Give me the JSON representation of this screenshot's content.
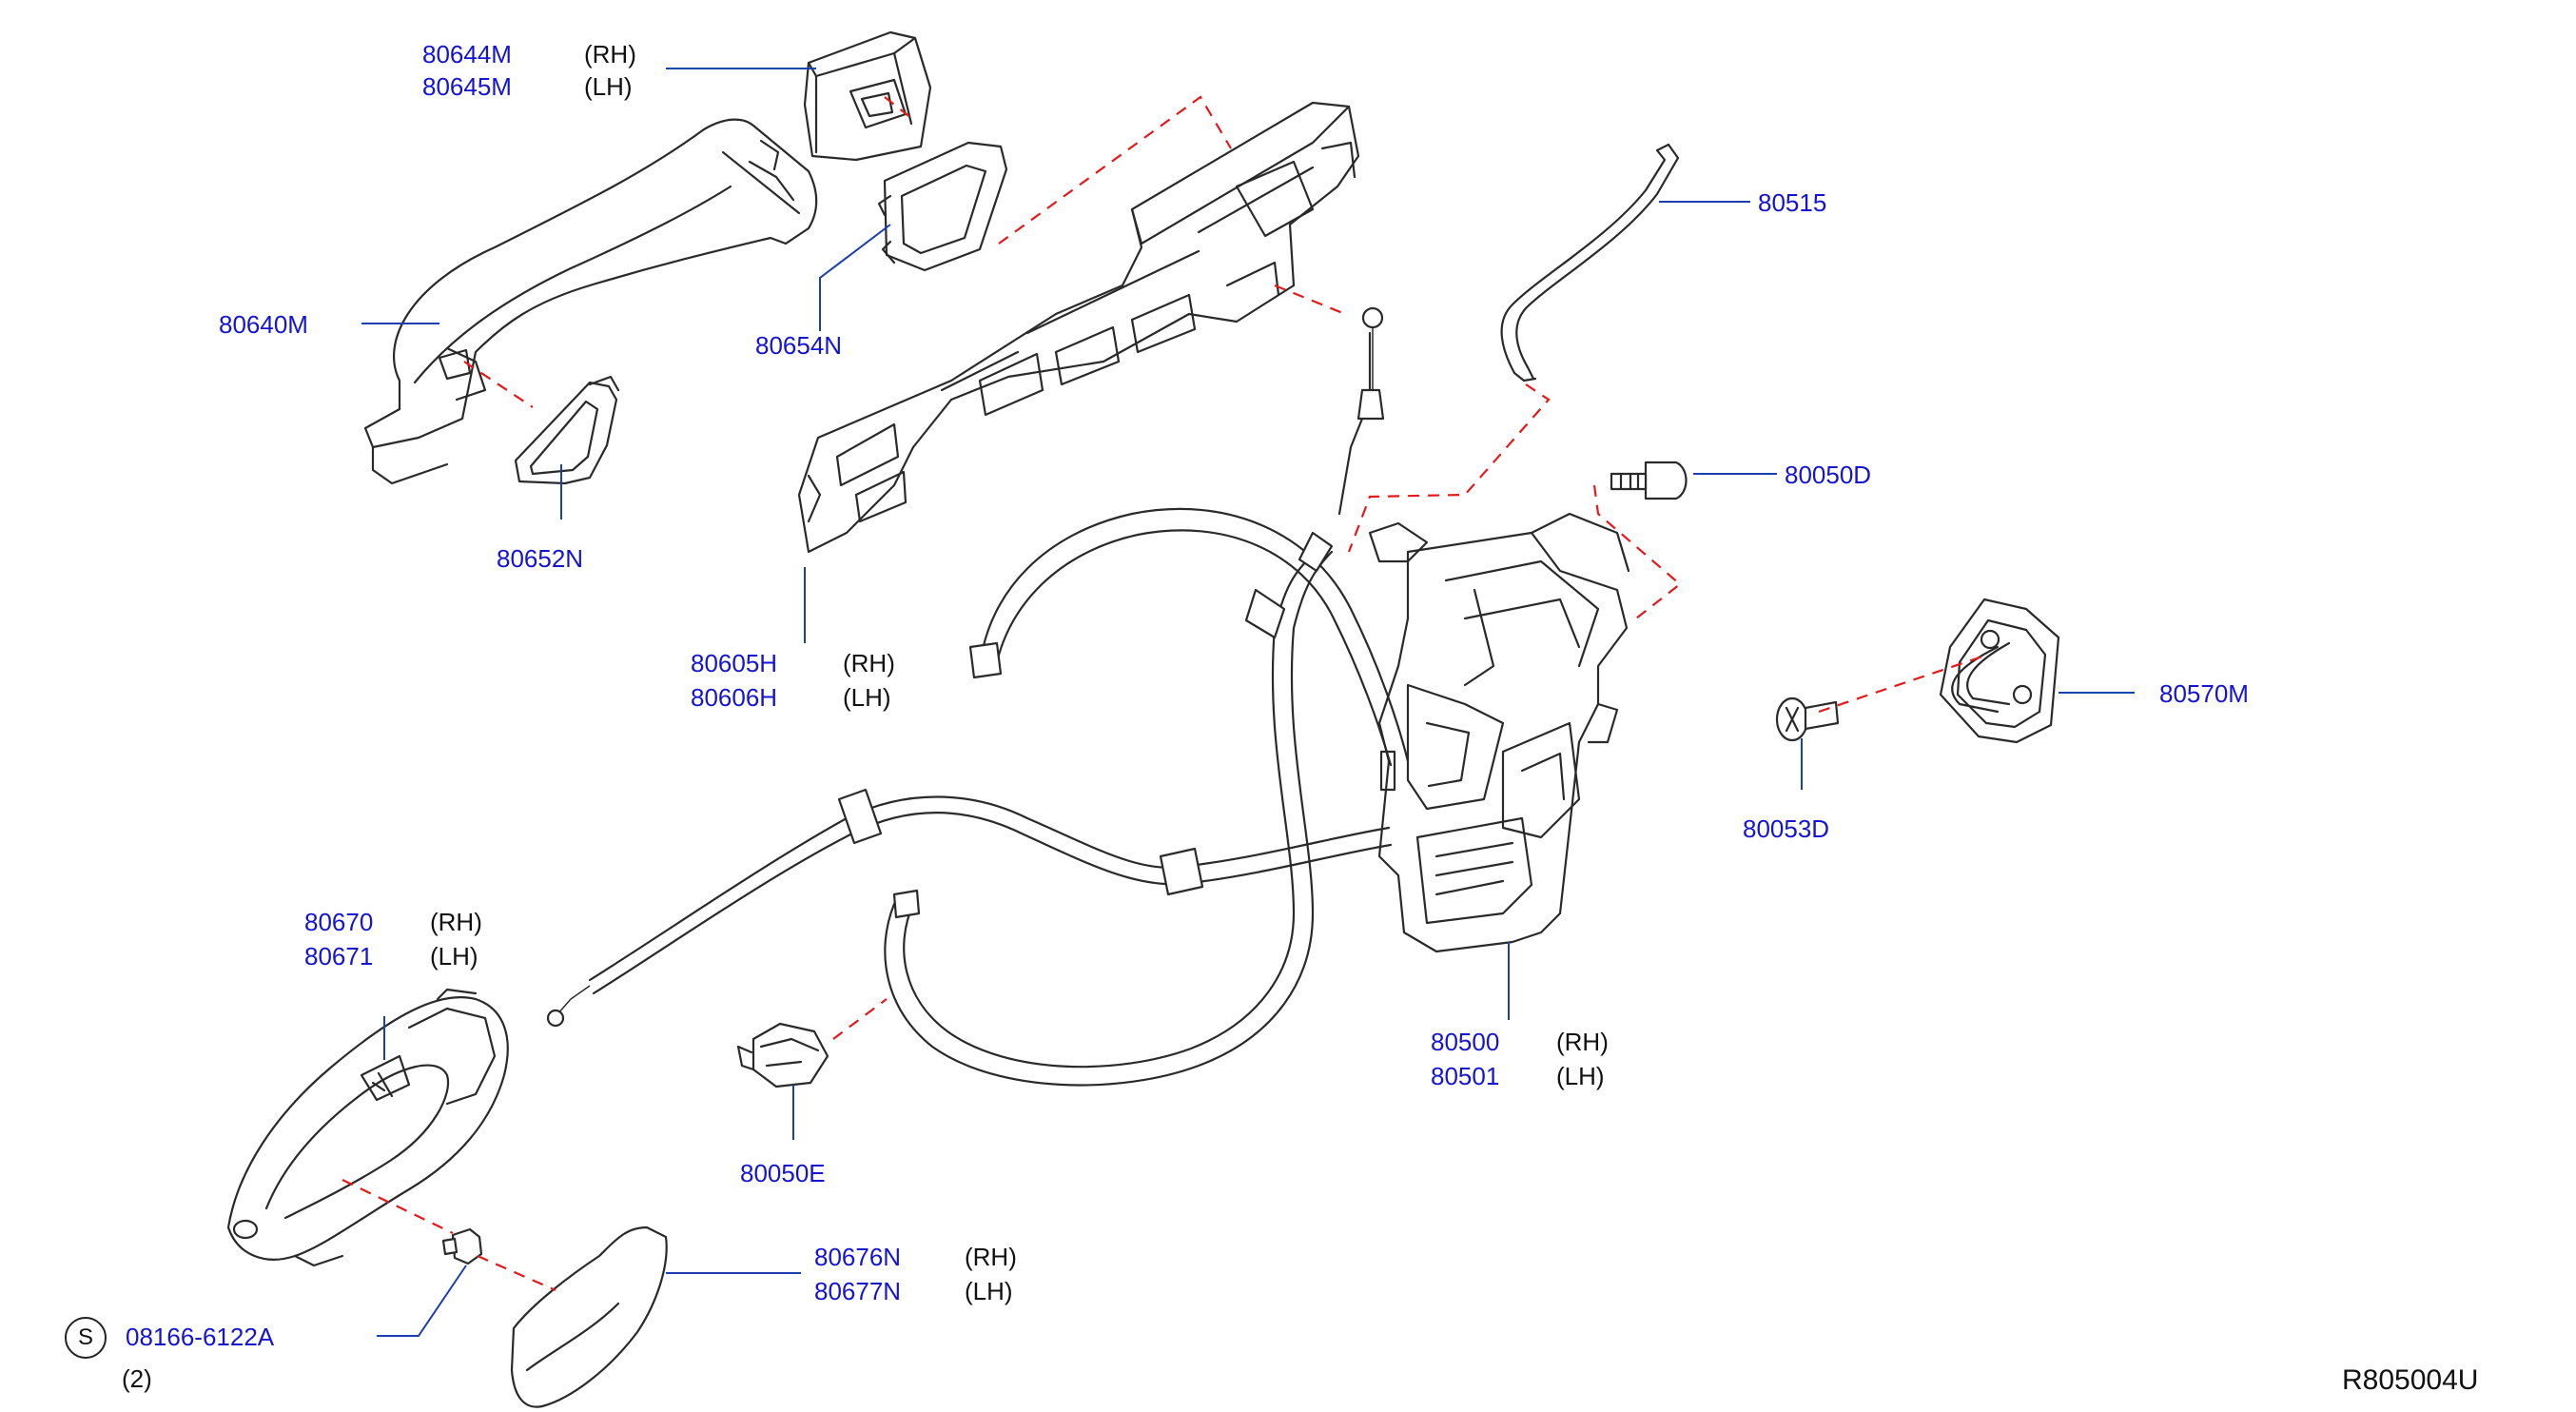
{
  "diagram_ref": "R805004U",
  "colors": {
    "part_number": "#1414d2",
    "leader": "#1a3fae",
    "dashed_assembly_line": "#e41a1a",
    "artwork": "#2a2a2a"
  },
  "callouts": {
    "c80644M": {
      "number": "80644M",
      "side": "(RH)"
    },
    "c80645M": {
      "number": "80645M",
      "side": "(LH)"
    },
    "c80640M": {
      "number": "80640M"
    },
    "c80654N": {
      "number": "80654N"
    },
    "c80652N": {
      "number": "80652N"
    },
    "c80605H": {
      "number": "80605H",
      "side": "(RH)"
    },
    "c80606H": {
      "number": "80606H",
      "side": "(LH)"
    },
    "c80515": {
      "number": "80515"
    },
    "c80050D": {
      "number": "80050D"
    },
    "c80570M": {
      "number": "80570M"
    },
    "c80053D": {
      "number": "80053D"
    },
    "c80500": {
      "number": "80500",
      "side": "(RH)"
    },
    "c80501": {
      "number": "80501",
      "side": "(LH)"
    },
    "c80670": {
      "number": "80670",
      "side": "(RH)"
    },
    "c80671": {
      "number": "80671",
      "side": "(LH)"
    },
    "c80050E": {
      "number": "80050E"
    },
    "c80676N": {
      "number": "80676N",
      "side": "(RH)"
    },
    "c80677N": {
      "number": "80677N",
      "side": "(LH)"
    },
    "c08166": {
      "number": "08166-6122A",
      "prefix": "S",
      "quantity": "(2)"
    }
  }
}
